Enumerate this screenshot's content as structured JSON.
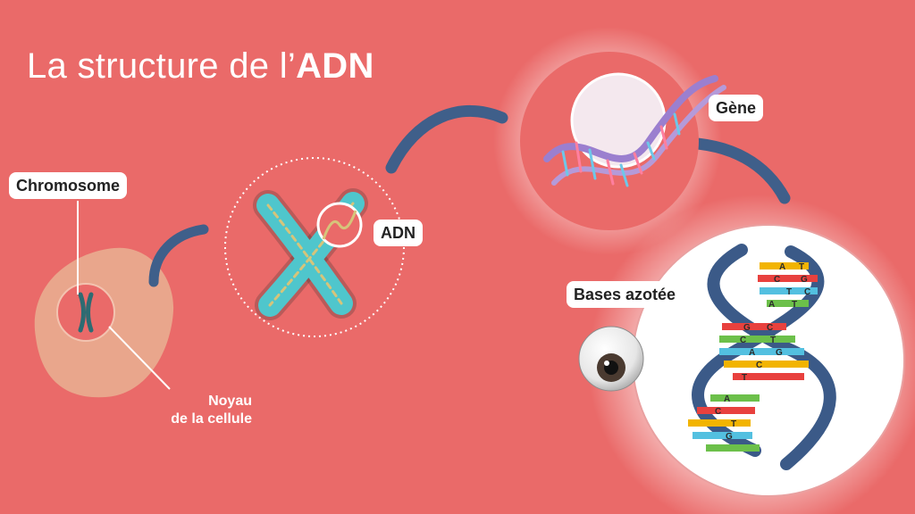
{
  "title": {
    "prefix": "La structure de l’",
    "emphasis": "ADN"
  },
  "labels": {
    "chromosome": "Chromosome",
    "adn": "ADN",
    "gene": "Gène",
    "bases": "Bases azotée",
    "nucleus_line1": "Noyau",
    "nucleus_line2": "de la cellule"
  },
  "base_letters": [
    "A",
    "T",
    "C",
    "G",
    "T",
    "C",
    "A",
    "T",
    "G",
    "C",
    "C",
    "T",
    "A",
    "G",
    "C",
    "T",
    "A",
    "C",
    "T",
    "G"
  ],
  "colors": {
    "background": "#ea6a69",
    "cell": "#e9a68c",
    "chromosome": "#2d6b72",
    "arrow": "#3f5f8a",
    "helix": "#3b5a88",
    "gene_helix": "#9b7fcf",
    "x_chromosome": "#4fc6cc"
  }
}
